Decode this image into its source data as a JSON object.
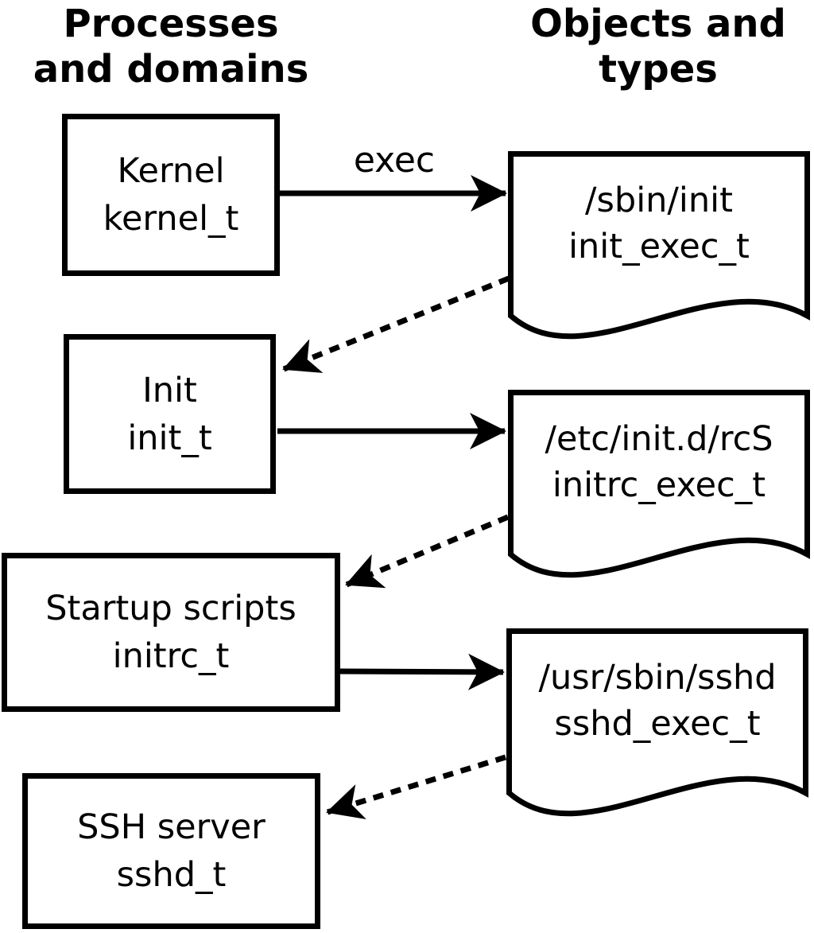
{
  "columns": {
    "left_header": {
      "line1": "Processes",
      "line2": "and domains"
    },
    "right_header": {
      "line1": "Objects and",
      "line2": "types"
    }
  },
  "processes": [
    {
      "name": "Kernel",
      "domain": "kernel_t"
    },
    {
      "name": "Init",
      "domain": "init_t"
    },
    {
      "name": "Startup scripts",
      "domain": "initrc_t"
    },
    {
      "name": "SSH server",
      "domain": "sshd_t"
    }
  ],
  "objects": [
    {
      "path": "/sbin/init",
      "type": "init_exec_t"
    },
    {
      "path": "/etc/init.d/rcS",
      "type": "initrc_exec_t"
    },
    {
      "path": "/usr/sbin/sshd",
      "type": "sshd_exec_t"
    }
  ],
  "arrows": {
    "exec_label": "exec"
  },
  "colors": {
    "ink": "#000000",
    "background": "#ffffff"
  }
}
